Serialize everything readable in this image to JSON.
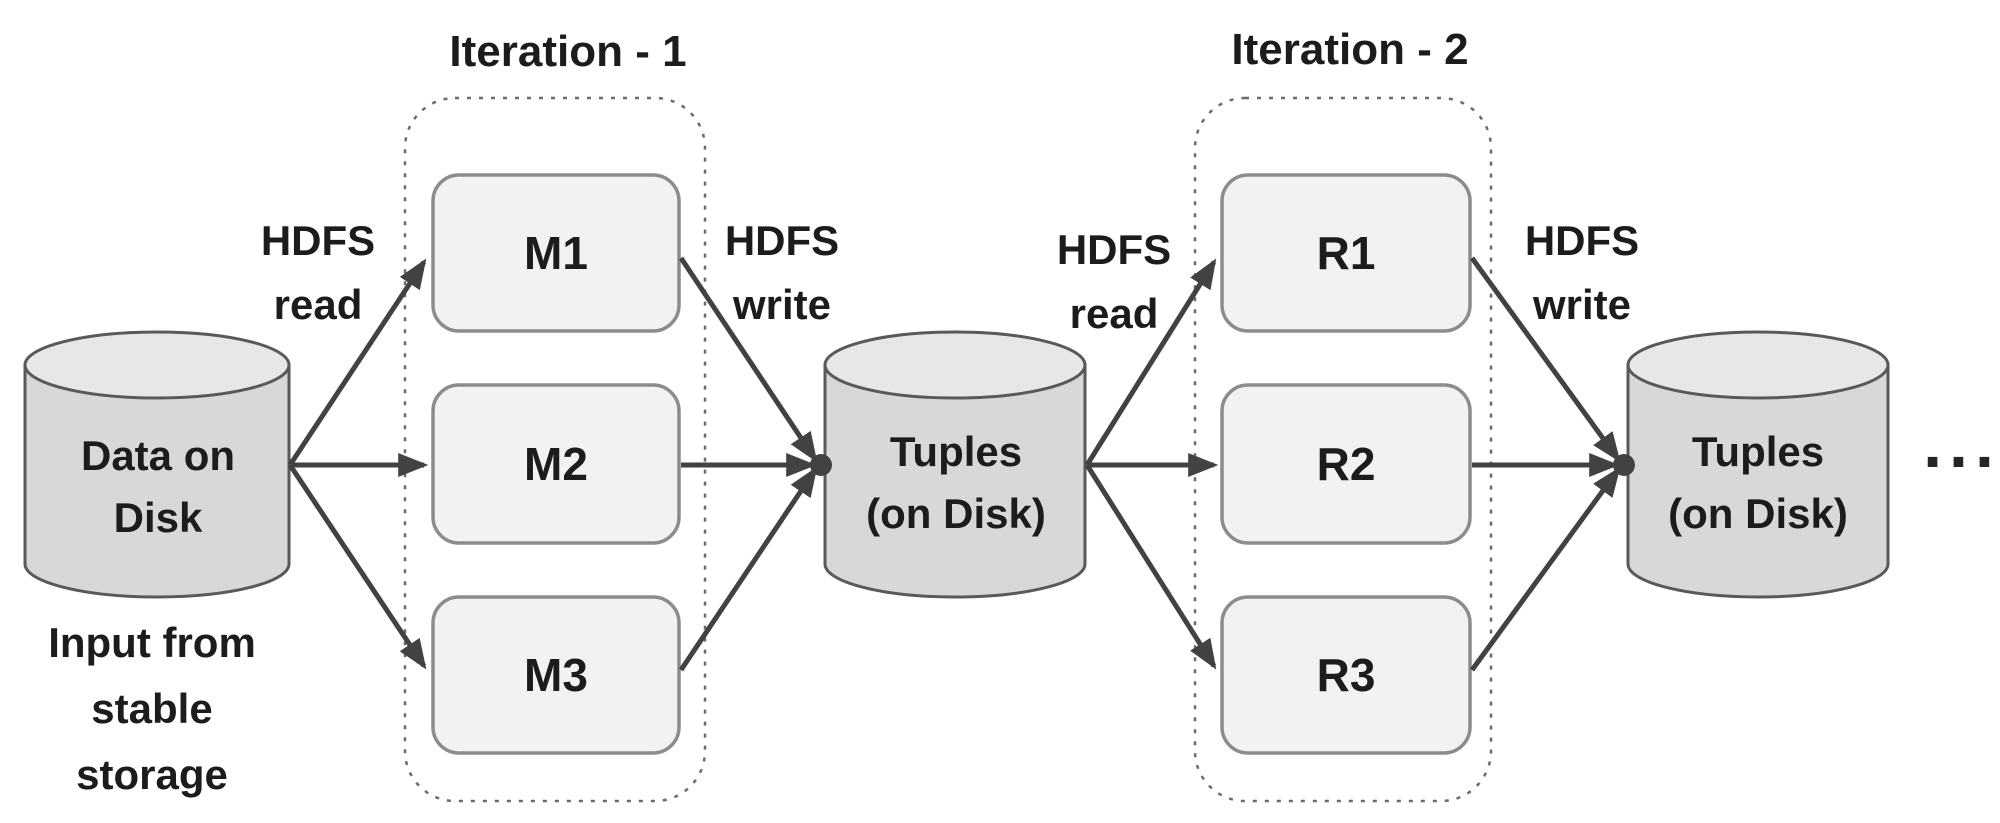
{
  "colors": {
    "background": "#ffffff",
    "cylinder_body": "#d8d8d8",
    "cylinder_top": "#e7e7e7",
    "cylinder_stroke": "#595959",
    "task_fill": "#f2f2f2",
    "task_stroke": "#8c8c8c",
    "dashed_container_stroke": "#6b6b6b",
    "arrow": "#424242",
    "text": "#1c1c1c"
  },
  "disks": {
    "input": {
      "line1": "Data on",
      "line2": "Disk",
      "caption": [
        "Input from",
        "stable",
        "storage"
      ]
    },
    "intermediate": {
      "line1": "Tuples",
      "line2": "(on Disk)"
    },
    "output": {
      "line1": "Tuples",
      "line2": "(on Disk)"
    }
  },
  "iterations": [
    {
      "title": "Iteration - 1",
      "tasks": [
        "M1",
        "M2",
        "M3"
      ]
    },
    {
      "title": "Iteration - 2",
      "tasks": [
        "R1",
        "R2",
        "R3"
      ]
    }
  ],
  "edge_labels": [
    {
      "line1": "HDFS",
      "line2": "read"
    },
    {
      "line1": "HDFS",
      "line2": "write"
    },
    {
      "line1": "HDFS",
      "line2": "read"
    },
    {
      "line1": "HDFS",
      "line2": "write"
    }
  ],
  "continuation_ellipsis": "..."
}
